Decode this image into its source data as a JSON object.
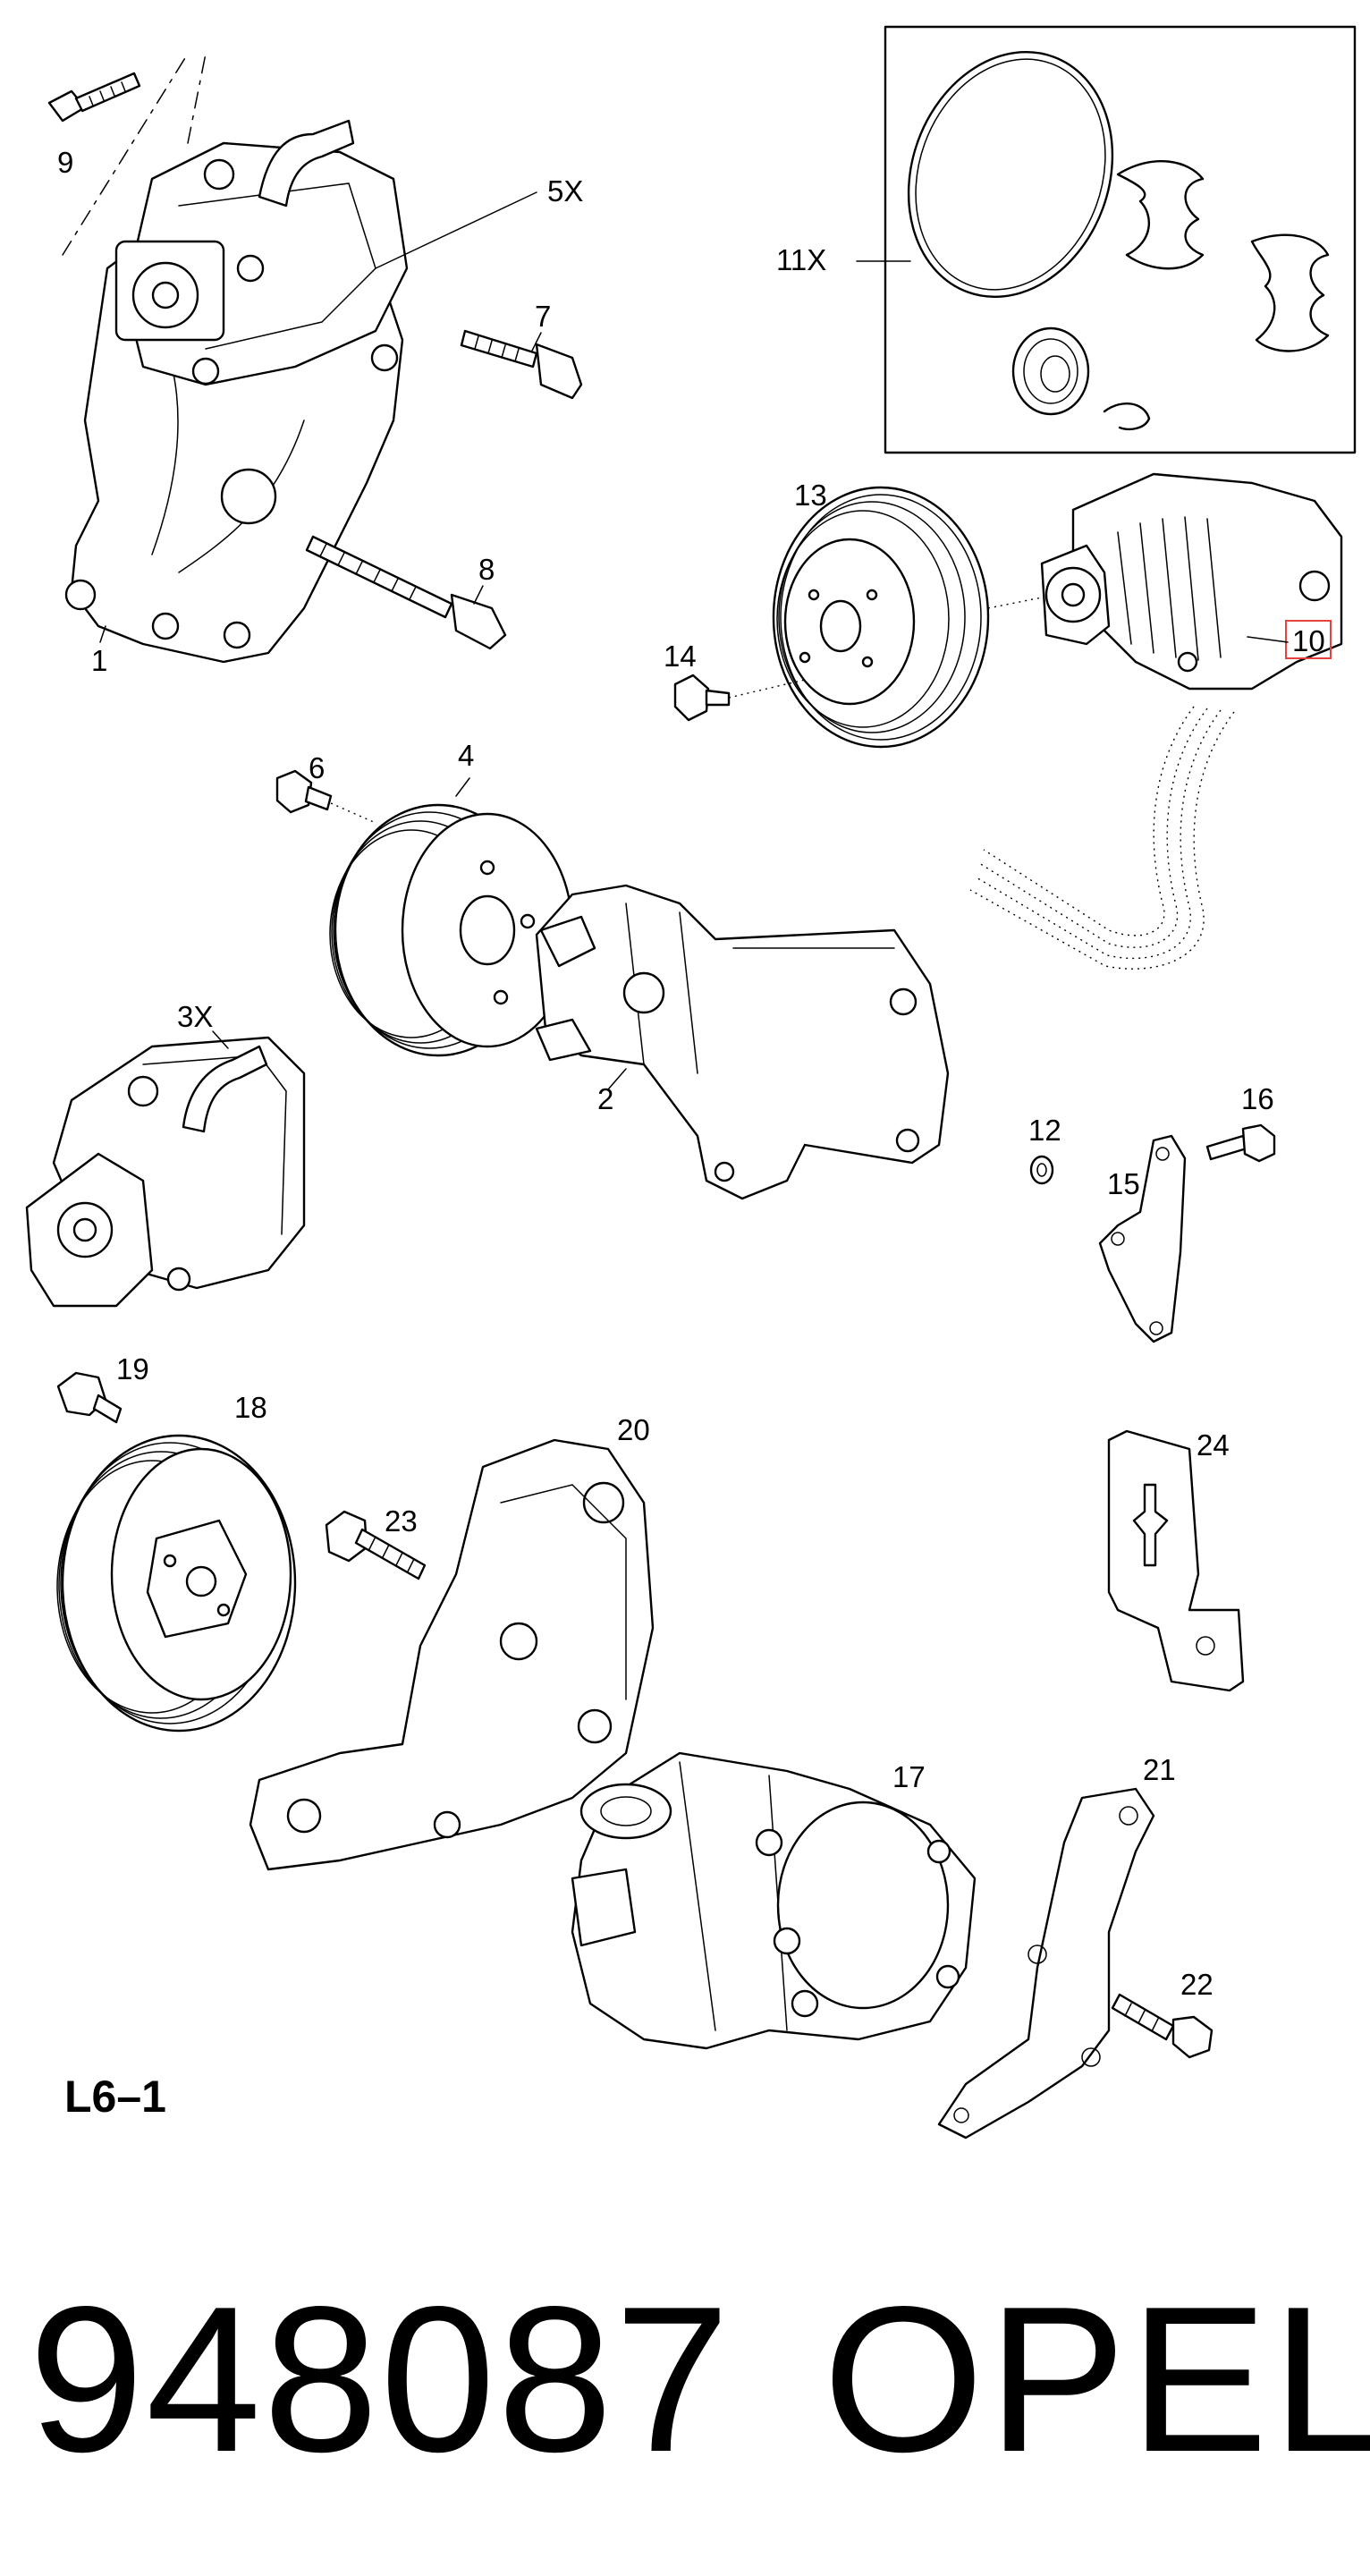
{
  "diagram": {
    "code": "L6–1",
    "highlight_color": "#e8423f",
    "callouts": [
      {
        "id": "c1",
        "text": "1"
      },
      {
        "id": "c2",
        "text": "2"
      },
      {
        "id": "c3x",
        "text": "3X"
      },
      {
        "id": "c4",
        "text": "4"
      },
      {
        "id": "c5x",
        "text": "5X"
      },
      {
        "id": "c6",
        "text": "6"
      },
      {
        "id": "c7",
        "text": "7"
      },
      {
        "id": "c8",
        "text": "8"
      },
      {
        "id": "c9",
        "text": "9"
      },
      {
        "id": "c10",
        "text": "10",
        "highlighted": true
      },
      {
        "id": "c11x",
        "text": "11X"
      },
      {
        "id": "c12",
        "text": "12"
      },
      {
        "id": "c13",
        "text": "13"
      },
      {
        "id": "c14",
        "text": "14"
      },
      {
        "id": "c15",
        "text": "15"
      },
      {
        "id": "c16",
        "text": "16"
      },
      {
        "id": "c17",
        "text": "17"
      },
      {
        "id": "c18",
        "text": "18"
      },
      {
        "id": "c19",
        "text": "19"
      },
      {
        "id": "c20",
        "text": "20"
      },
      {
        "id": "c21",
        "text": "21"
      },
      {
        "id": "c22",
        "text": "22"
      },
      {
        "id": "c23",
        "text": "23"
      },
      {
        "id": "c24",
        "text": "24"
      }
    ]
  },
  "footer": {
    "part_number": "948087",
    "brand": "OPEL"
  }
}
